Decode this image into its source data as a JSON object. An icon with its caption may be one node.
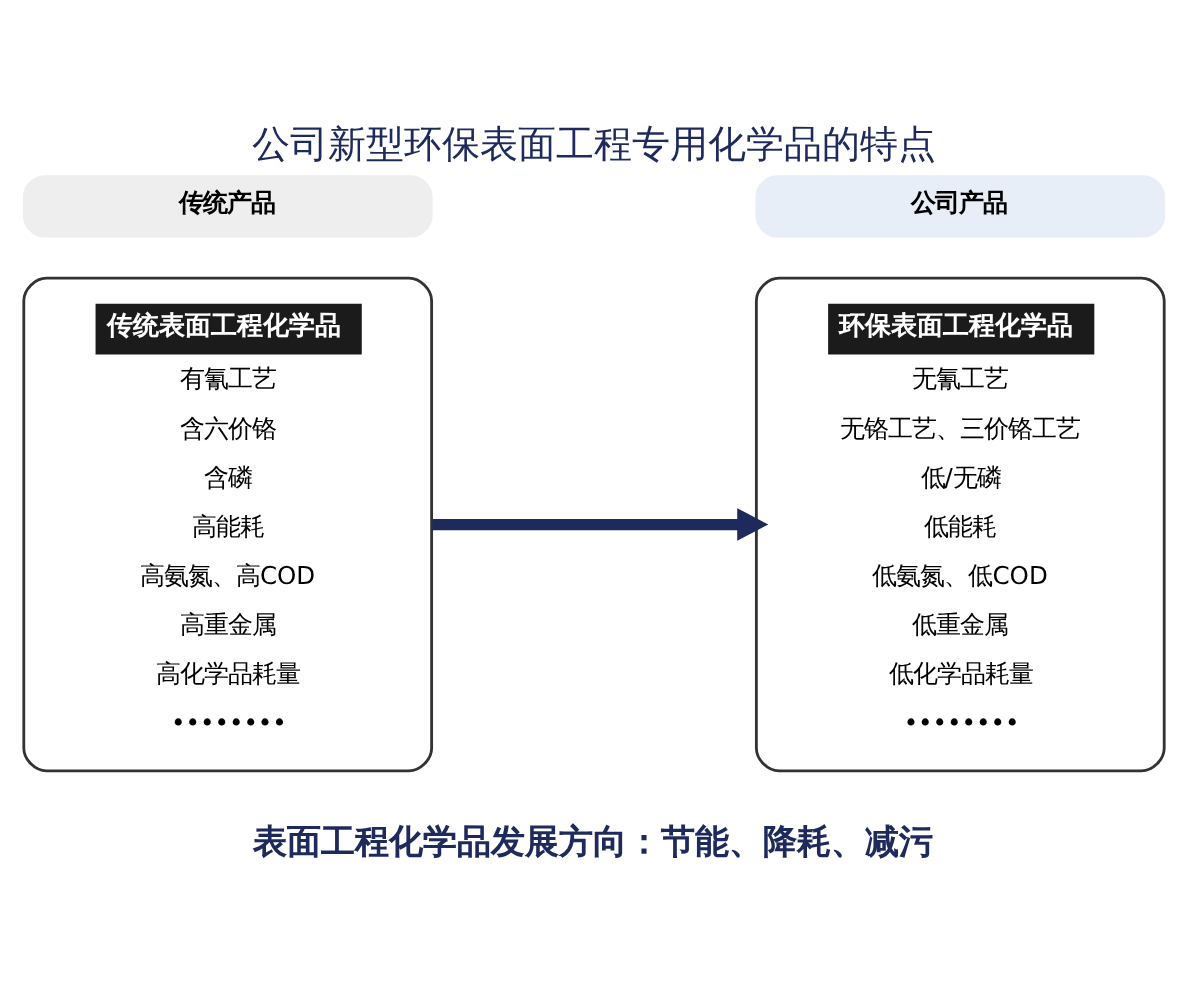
{
  "diagram": {
    "title": "公司新型环保表面工程专用化学品的特点",
    "caption": "表面工程化学品发展方向：节能、降耗、减污",
    "nodes": [
      {
        "text": [
          "传统产品"
        ]
      },
      {
        "text": [
          "公司产品"
        ]
      },
      {
        "text": [
          "传统表面工程化学品",
          "有氰工艺",
          "含六价铬",
          "含磷",
          "高能耗",
          "高氨氮、高COD",
          "高重金属",
          "高化学品耗量",
          "••••••••"
        ]
      },
      {
        "text": [
          "环保表面工程化学品",
          "无氰工艺",
          "无铬工艺、三价铬工艺",
          "低/无磷",
          "低能耗",
          "低氨氮、低COD",
          "低重金属",
          "低化学品耗量",
          "••••••••"
        ]
      }
    ],
    "edges": [
      {
        "from": 2,
        "to": 3,
        "arrow": "to"
      }
    ]
  }
}
